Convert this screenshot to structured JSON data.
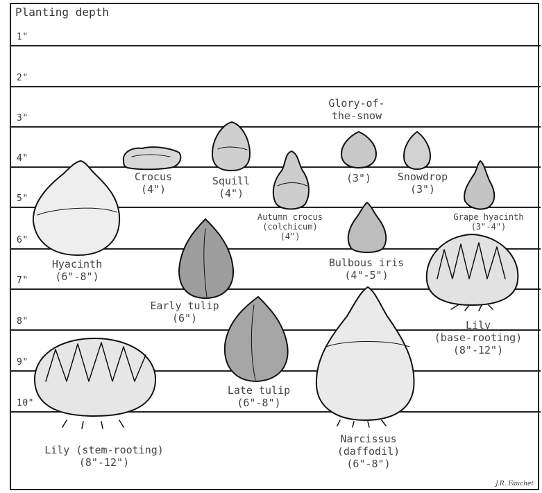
{
  "title": "Planting depth",
  "depth_marks": [
    "1\"",
    "2\"",
    "3\"",
    "4\"",
    "5\"",
    "6\"",
    "7\"",
    "8\"",
    "9\"",
    "10\""
  ],
  "bulbs": [
    {
      "id": "crocus",
      "name": "Crocus",
      "depth": "(4\")"
    },
    {
      "id": "squill",
      "name": "Squill",
      "depth": "(4\")"
    },
    {
      "id": "glory",
      "name": "Glory-of-the-snow",
      "name_line1": "Glory-of-",
      "name_line2": "the-snow",
      "depth": "(3\")"
    },
    {
      "id": "snowdrop",
      "name": "Snowdrop",
      "depth": "(3\")"
    },
    {
      "id": "grape-hyacinth",
      "name": "Grape hyacinth",
      "depth": "(3\"-4\")"
    },
    {
      "id": "autumn-crocus",
      "name": "Autumn crocus",
      "name_line2": "(colchicum)",
      "depth": "(4\")"
    },
    {
      "id": "hyacinth",
      "name": "Hyacinth",
      "depth": "(6\"-8\")"
    },
    {
      "id": "bulbous-iris",
      "name": "Bulbous iris",
      "depth": "(4\"-5\")"
    },
    {
      "id": "early-tulip",
      "name": "Early tulip",
      "depth": "(6\")"
    },
    {
      "id": "lily-base",
      "name": "Lily",
      "name_line2": "(base-rooting)",
      "depth": "(8\"-12\")"
    },
    {
      "id": "late-tulip",
      "name": "Late tulip",
      "depth": "(6\"-8\")"
    },
    {
      "id": "narcissus",
      "name": "Narcissus",
      "name_line2": "(daffodil)",
      "depth": "(6\"-8\")"
    },
    {
      "id": "lily-stem",
      "name": "Lily (stem-rooting)",
      "depth": "(8\"-12\")"
    }
  ],
  "signature": "J.R. Fauchet"
}
